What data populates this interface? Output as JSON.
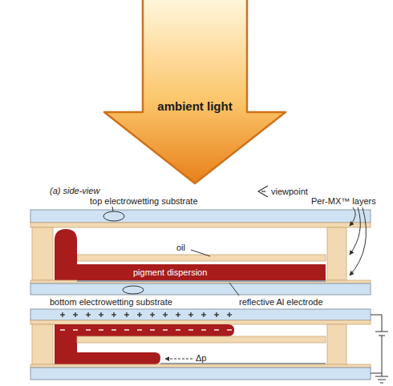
{
  "diagram": {
    "nodes": [
      {
        "text": [
          "ambient light"
        ]
      },
      {
        "text": [
          "pigment dispersion"
        ]
      }
    ],
    "labels": [
      "(a) side-view",
      "top electrowetting substrate",
      "viewpoint",
      "Per-MX™ layers",
      "oil",
      "bottom electrowetting substrate",
      "reflective Al electrode",
      "Δp"
    ]
  }
}
